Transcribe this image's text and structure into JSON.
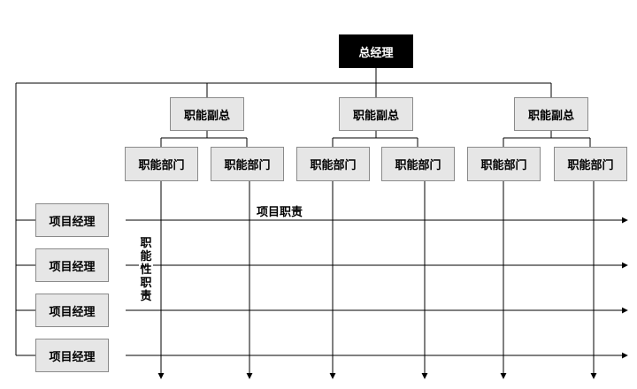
{
  "top": {
    "label": "总经理"
  },
  "vps": [
    {
      "label": "职能副总"
    },
    {
      "label": "职能副总"
    },
    {
      "label": "职能副总"
    }
  ],
  "departments": [
    {
      "label": "职能部门"
    },
    {
      "label": "职能部门"
    },
    {
      "label": "职能部门"
    },
    {
      "label": "职能部门"
    },
    {
      "label": "职能部门"
    },
    {
      "label": "职能部门"
    }
  ],
  "project_managers": [
    {
      "label": "项目经理"
    },
    {
      "label": "项目经理"
    },
    {
      "label": "项目经理"
    },
    {
      "label": "项目经理"
    }
  ],
  "labels": {
    "project_duty": "项目职责",
    "functional_duty": "职能性职责"
  }
}
